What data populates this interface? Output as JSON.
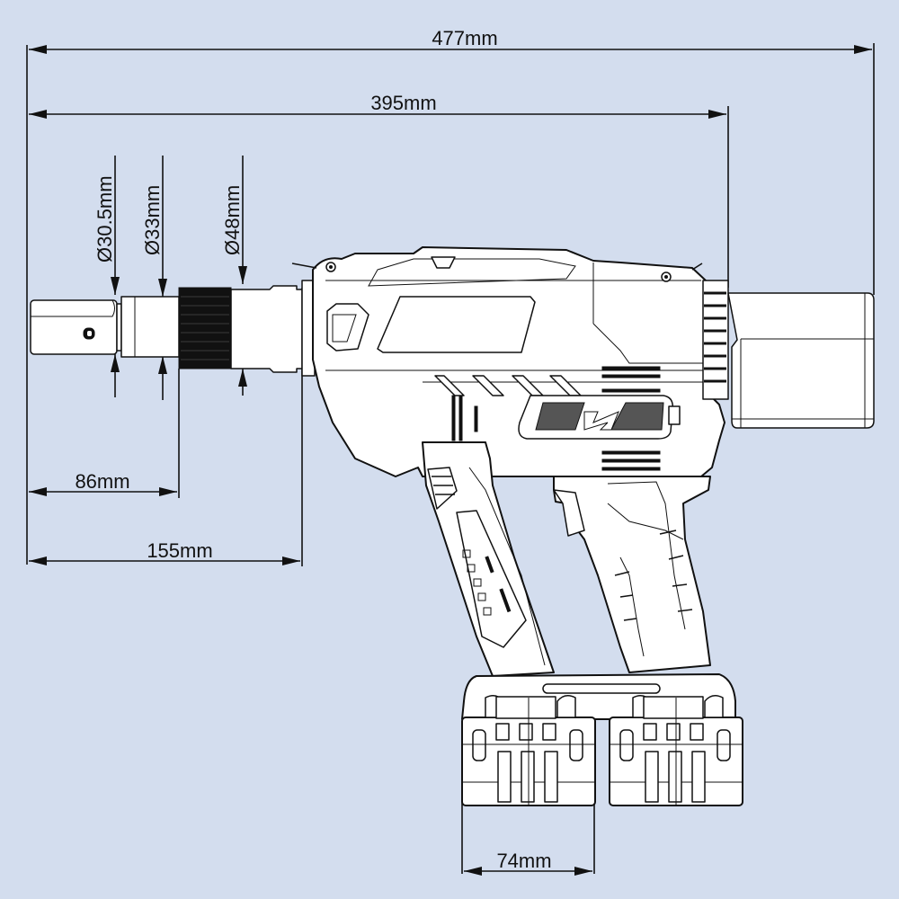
{
  "drawing": {
    "title": "Impact wrench dimension drawing",
    "background_color": "#d3ddee",
    "line_color": "#111111",
    "units": "mm"
  },
  "dimensions": {
    "overall_length": {
      "label": "477mm",
      "value": 477
    },
    "body_length": {
      "label": "395mm",
      "value": 395
    },
    "anvil_diameter": {
      "label": "Ø30.5mm",
      "value": 30.5
    },
    "shaft_diameter": {
      "label": "Ø33mm",
      "value": 33
    },
    "collar_diameter": {
      "label": "Ø48mm",
      "value": 48
    },
    "anvil_length": {
      "label": "86mm",
      "value": 86
    },
    "nose_length": {
      "label": "155mm",
      "value": 155
    },
    "battery_width": {
      "label": "74mm",
      "value": 74
    }
  },
  "components": {
    "batteries": 2,
    "logo_icon": "brand-logo-mark"
  }
}
